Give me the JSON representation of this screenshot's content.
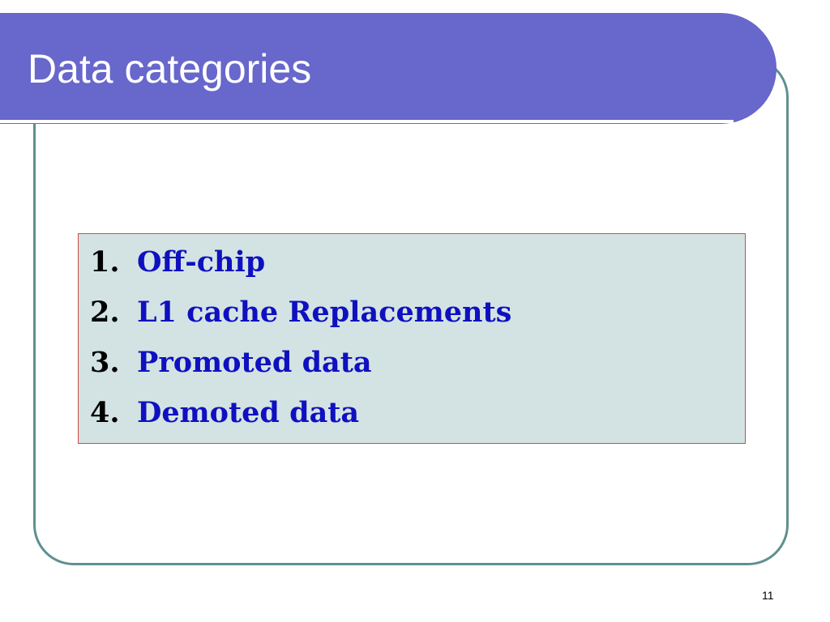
{
  "slide": {
    "title": "Data categories",
    "page_number": "11"
  },
  "list": {
    "items": [
      {
        "number": "1.",
        "text": "Off-chip"
      },
      {
        "number": "2.",
        "text": "L1 cache Replacements"
      },
      {
        "number": "3.",
        "text": "Promoted data"
      },
      {
        "number": "4.",
        "text": "Demoted data"
      }
    ]
  },
  "colors": {
    "title_band": "#6767cc",
    "frame_border": "#5f9090",
    "list_background": "#d3e3e3",
    "list_border": "#d24a4a",
    "item_text": "#0f10c0"
  }
}
